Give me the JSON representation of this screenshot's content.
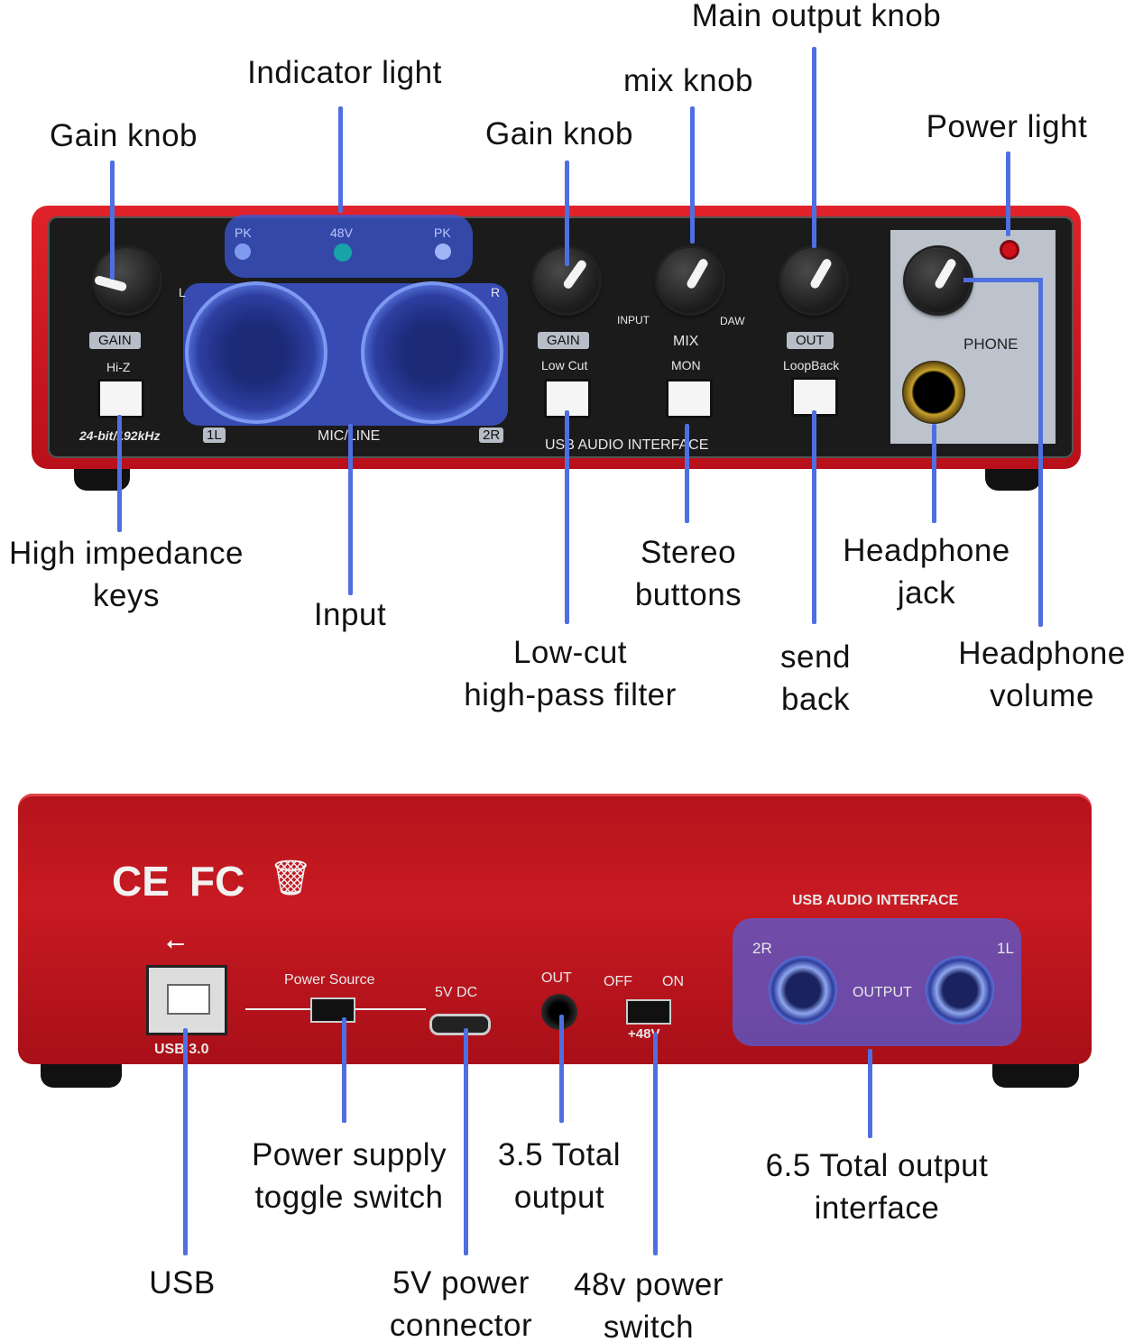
{
  "callouts_top": {
    "main_output_knob": "Main output knob",
    "indicator_light": "Indicator light",
    "mix_knob": "mix knob",
    "gain_knob_left": "Gain knob",
    "gain_knob_right": "Gain knob",
    "power_light": "Power light",
    "high_impedance_keys": "High impedance\nkeys",
    "input": "Input",
    "low_cut": "Low-cut\nhigh-pass filter",
    "stereo_buttons": "Stereo\nbuttons",
    "send_back": "send\nback",
    "headphone_jack": "Headphone\njack",
    "headphone_volume": "Headphone\nvolume"
  },
  "callouts_back": {
    "power_supply_toggle": "Power supply\ntoggle switch",
    "total_output_35": "3.5 Total\noutput",
    "total_output_65": "6.5 Total output\ninterface",
    "usb": "USB",
    "power_connector_5v": "5V power\nconnector",
    "power_switch_48v": "48v power\nswitch"
  },
  "front_panel": {
    "pk_left": "PK",
    "v48": "48V",
    "pk_right": "PK",
    "l": "L",
    "r": "R",
    "gain1": "GAIN",
    "hiz": "Hi-Z",
    "spec": "24-bit/192kHz",
    "ch1": "1L",
    "micline": "MIC/LINE",
    "ch2": "2R",
    "gain2": "GAIN",
    "lowcut": "Low Cut",
    "input": "INPUT",
    "daw": "DAW",
    "mix": "MIX",
    "mon": "MON",
    "out": "OUT",
    "loopback": "LoopBack",
    "usb_audio": "USB AUDIO INTERFACE",
    "phone": "PHONE"
  },
  "back_panel": {
    "ce": "CE",
    "fc": "FC",
    "usb": "USB 3.0",
    "power_source": "Power Source",
    "dc5v": "5V DC",
    "out": "OUT",
    "off": "OFF",
    "on": "ON",
    "v48": "+48V",
    "usb_audio": "USB AUDIO INTERFACE",
    "ch2": "2R",
    "ch1": "1L",
    "output": "OUTPUT"
  },
  "colors": {
    "callout": "#4f6fe0",
    "chassis": "#c0141e",
    "panel": "#1a1a1a",
    "highlight": "#3e58d8"
  }
}
